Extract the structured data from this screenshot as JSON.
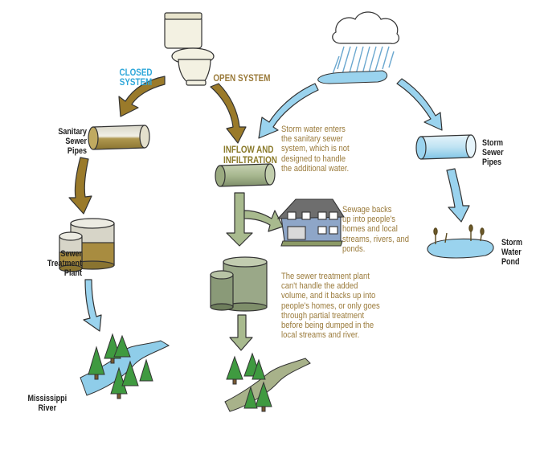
{
  "colors": {
    "brown_arrow": "#9a7a2a",
    "blue_arrow": "#9ad3ee",
    "gray_arrow": "#a8ba8e",
    "note_text": "#9a7a3a",
    "closed_system": "#2ea7d9"
  },
  "titles": {
    "closed_system": "CLOSED SYSTEM",
    "open_system": "OPEN SYSTEM",
    "inflow": "INFLOW AND\nINFILTRATION"
  },
  "labels": {
    "sanitary_sewer_pipes": "Sanitary\nSewer\nPipes",
    "sewer_treatment_plant": "Sewer\nTreatment\nPlant",
    "mississippi_river": "Mississippi\nRiver",
    "storm_sewer_pipes": "Storm\nSewer\nPipes",
    "storm_water_pond": "Storm\nWater\nPond"
  },
  "notes": {
    "storm_water": "Storm water enters\nthe sanitary sewer\nsystem, which is not\ndesigned to handle\nthe additional water.",
    "sewage_backs_up": "Sewage backs\nup into people's\nhomes and local\nstreams, rivers, and\nponds.",
    "treatment_plant": "The sewer treatment plant\ncan't handle the added\nvolume, and it backs up into\npeople's homes, or only goes\nthrough partial treatment\nbefore being dumped in the\nlocal streams and river."
  },
  "icons": [
    "toilet-icon",
    "rain-cloud-icon",
    "pipe-icon",
    "treatment-plant-icon",
    "river-forest-icon",
    "house-icon",
    "pond-icon"
  ]
}
